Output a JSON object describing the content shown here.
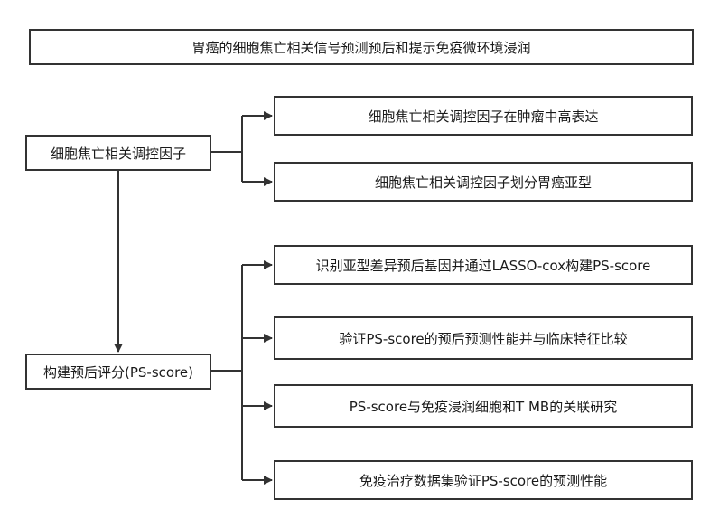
{
  "title": "胃癌的细胞焦亡相关信号预测预后和提示免疫微环境浸润",
  "left_nodes": {
    "pyroptosis": "细胞焦亡相关调控因子",
    "prognostic": "构建预后评分(PS-score)"
  },
  "right_nodes": [
    "细胞焦亡相关调控因子在肿瘤中高表达",
    "细胞焦亡相关调控因子划分胃癌亚型",
    "识别亚型差异预后基因并通过LASSO-cox构建PS-score",
    "验证PS-score的预后预测性能并与临床特征比较",
    "PS-score与免疫浸润细胞和T MB的关联研究",
    "免疫治疗数据集验证PS-score的预测性能"
  ]
}
